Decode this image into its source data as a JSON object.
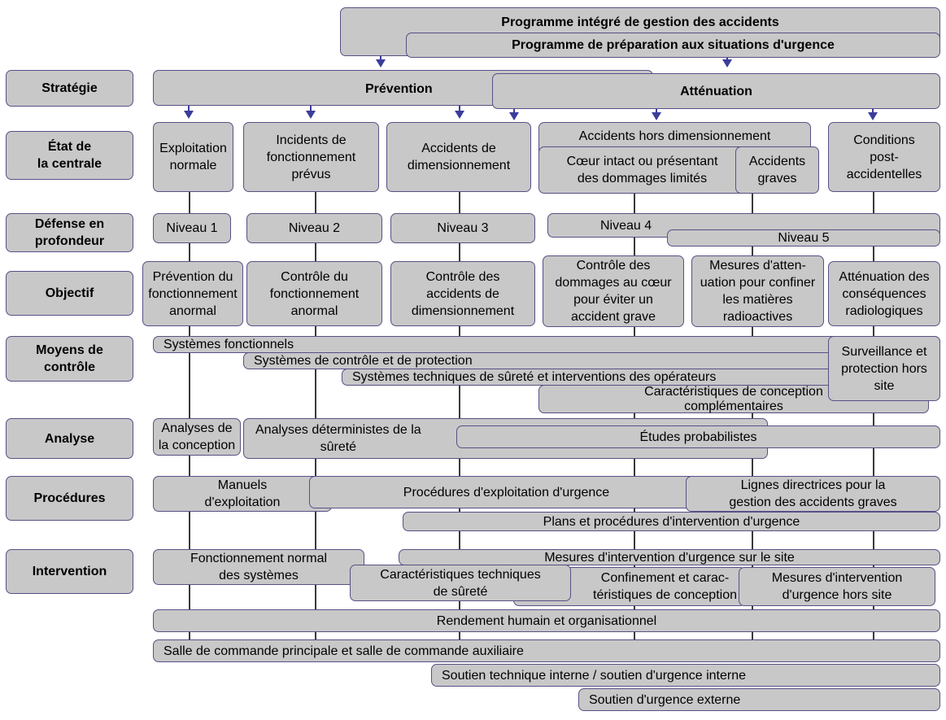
{
  "programs": {
    "integrated": "Programme intégré de gestion des accidents",
    "preparation": "Programme de préparation aux situations d'urgence"
  },
  "row_labels": {
    "strategie": "Stratégie",
    "etat": "État de\nla centrale",
    "defense": "Défense en\nprofondeur",
    "objectif": "Objectif",
    "moyens": "Moyens de\ncontrôle",
    "analyse": "Analyse",
    "procedures": "Procédures",
    "intervention": "Intervention"
  },
  "strategie": {
    "prevention": "Prévention",
    "attenuation": "Atténuation"
  },
  "etat": {
    "exploitation": "Exploitation\nnormale",
    "incidents": "Incidents de\nfonctionnement\nprévus",
    "accidents_dim": "Accidents de\ndimensionnement",
    "hors_dim": "Accidents hors dimensionnement",
    "coeur": "Cœur intact ou présentant\ndes dommages limités",
    "graves": "Accidents\ngraves",
    "post": "Conditions\npost-\naccidentelles"
  },
  "defense": {
    "n1": "Niveau 1",
    "n2": "Niveau 2",
    "n3": "Niveau 3",
    "n4": "Niveau 4",
    "n5": "Niveau 5"
  },
  "objectif": {
    "o1": "Prévention du\nfonctionnement\nanormal",
    "o2": "Contrôle du\nfonctionnement\nanormal",
    "o3": "Contrôle des\naccidents de\ndimensionnement",
    "o4": "Contrôle des\ndommages au cœur\npour éviter un\naccident grave",
    "o5": "Mesures d'atten-\nuation pour confiner\nles matières\nradioactives",
    "o6": "Atténuation des\nconséquences\nradiologiques"
  },
  "moyens": {
    "fonctionnels": "Systèmes fonctionnels",
    "controle": "Systèmes de contrôle et de protection",
    "techniques": "Systèmes techniques de sûreté et interventions des opérateurs",
    "caracteristiques": "Caractéristiques de conception\ncomplémentaires",
    "surveillance": "Surveillance et\nprotection hors\nsite"
  },
  "analyse": {
    "conception": "Analyses de\nla conception",
    "deterministes": "Analyses déterministes de la\nsûreté",
    "probabilistes": "Études probabilistes"
  },
  "procedures": {
    "manuels": "Manuels\nd'exploitation",
    "urgence": "Procédures d'exploitation d'urgence",
    "lignes": "Lignes directrices pour la\ngestion des accidents graves",
    "plans": "Plans et procédures d'intervention d'urgence"
  },
  "intervention": {
    "fonctionnement": "Fonctionnement normal\ndes systèmes",
    "mesures_site": "Mesures d'intervention d'urgence sur le site",
    "caract_surete": "Caractéristiques techniques\nde sûreté",
    "confinement": "Confinement et carac-\ntéristiques de conception",
    "hors_site": "Mesures d'intervention\nd'urgence hors site"
  },
  "bottom": {
    "rendement": "Rendement humain et organisationnel",
    "salle": "Salle de commande principale et salle de commande auxiliaire",
    "soutien_interne": "Soutien technique interne / soutien d'urgence interne",
    "soutien_externe": "Soutien d'urgence externe"
  },
  "colors": {
    "box_fill": "#c8c8c8",
    "box_border": "#5a4f86",
    "arrow": "#3b3d9a"
  }
}
